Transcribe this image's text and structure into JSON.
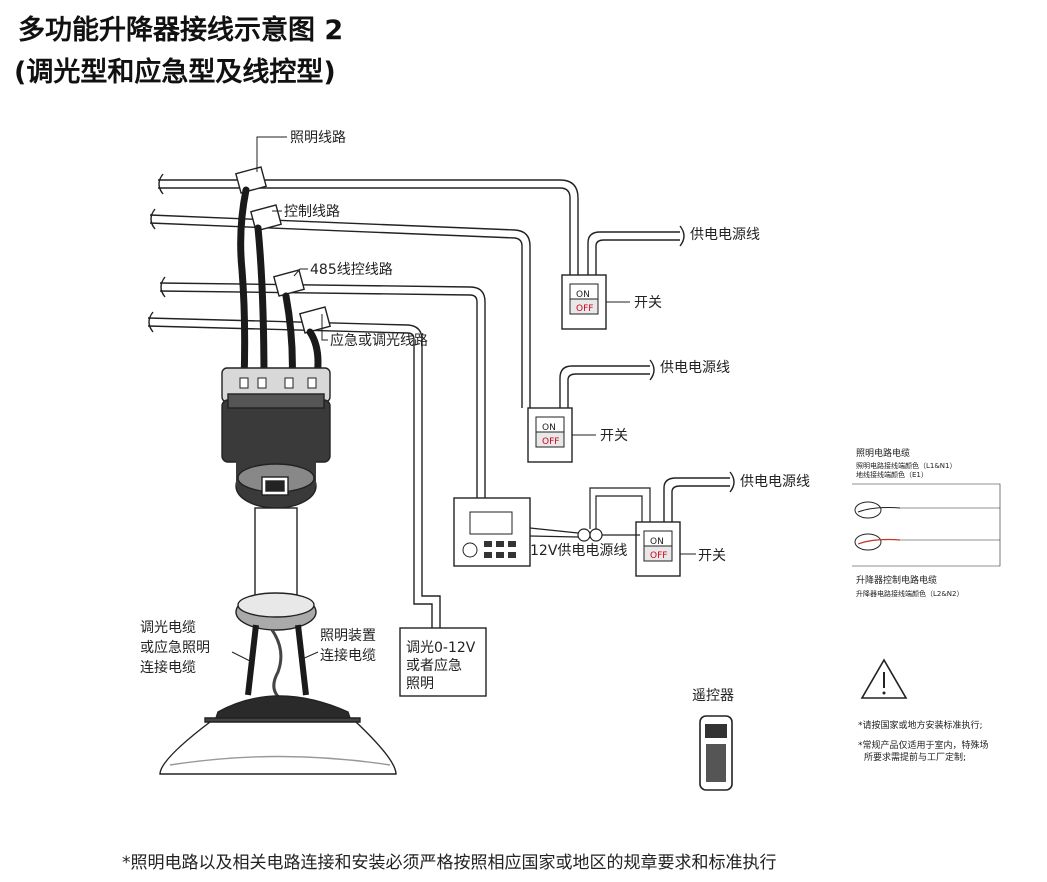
{
  "title": "多功能升降器接线示意图 2",
  "subtitle": "(调光型和应急型及线控型)",
  "labels": {
    "lighting_line": "照明线路",
    "control_line": "控制线路",
    "rs485_line": "485线控线路",
    "emergency_dimming_line": "应急或调光线路",
    "power_supply_1": "供电电源线",
    "power_supply_2": "供电电源线",
    "power_supply_3": "供电电源线",
    "switch_1": "开关",
    "switch_2": "开关",
    "switch_3": "开关",
    "switch_on": "ON",
    "switch_off": "OFF",
    "power_12v": "12V供电电源线",
    "dimming_box_line1": "调光0-12V",
    "dimming_box_line2": "或者应急",
    "dimming_box_line3": "照明",
    "dimming_cable_line1": "调光电缆",
    "dimming_cable_line2": "或应急照明",
    "dimming_cable_line3": "连接电缆",
    "lighting_cable_line1": "照明装置",
    "lighting_cable_line2": "连接电缆",
    "remote": "遥控器"
  },
  "legend": {
    "lighting_cable_title": "照明电路电缆",
    "lighting_cable_note1": "照明电路接线端颜色（L1&N1）",
    "lighting_cable_note2": "地线接线端颜色（E1）",
    "lifter_cable_title": "升降器控制电路电缆",
    "lifter_cable_note": "升降器电路接线端颜色（L2&N2）"
  },
  "notes": {
    "note1": "*请按国家或地方安装标准执行;",
    "note2_line1": "*常规产品仅适用于室内，特殊场",
    "note2_line2": "所要求需提前与工厂定制;"
  },
  "footer": "*照明电路以及相关电路连接和安装必须严格按照相应国家或地区的规章要求和标准执行",
  "colors": {
    "line": "#222222",
    "off_red": "#d0021b",
    "legend_red": "#c0392b"
  }
}
